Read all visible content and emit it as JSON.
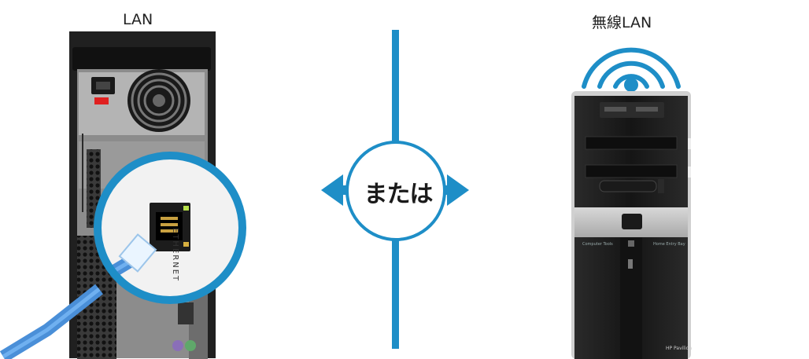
{
  "labels": {
    "lan": "LAN",
    "wireless_lan": "無線LAN",
    "or": "または",
    "port": "ETHERNET",
    "brand": "HP Pavilion",
    "front_left": "Computer Tools",
    "front_right": "Home Entry Bay"
  },
  "colors": {
    "accent_blue": "#1E8EC7",
    "red_port": "#e02020",
    "case_dark": "#1b1b1b"
  },
  "icons": [
    "arrow-left-icon",
    "arrow-right-icon",
    "wifi-icon",
    "ethernet-port-icon",
    "hp-logo-icon"
  ]
}
